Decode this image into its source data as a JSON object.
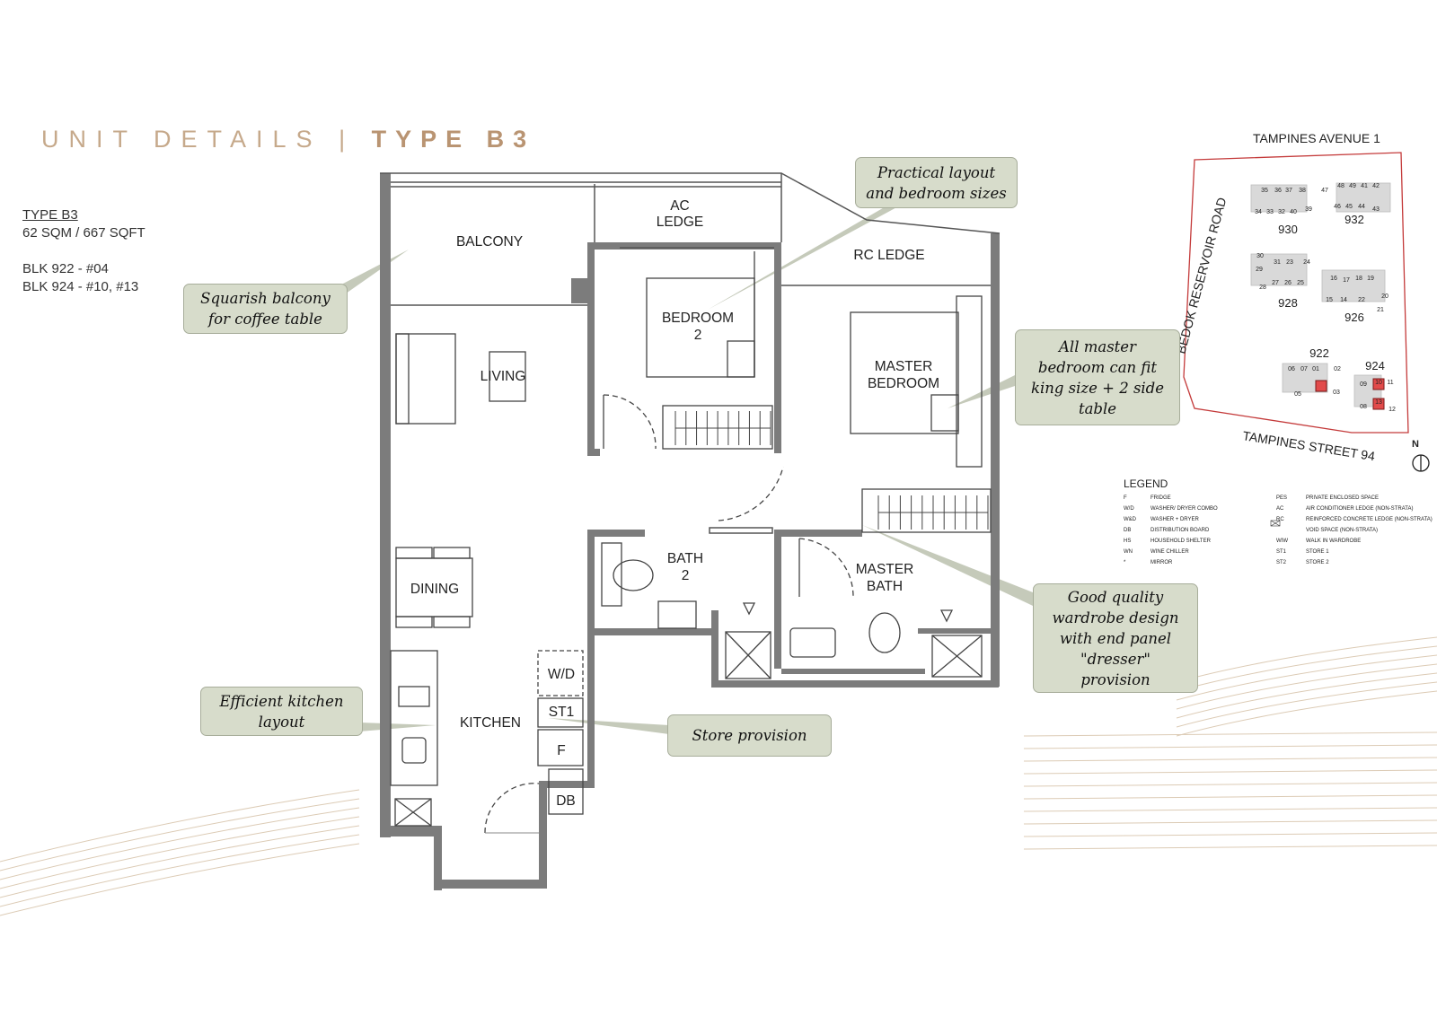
{
  "header": {
    "prefix": "UNIT DETAILS",
    "separator": "|",
    "type": "TYPE B3"
  },
  "unit_info": {
    "type_label": "TYPE B3",
    "size": "62 SQM / 667 SQFT",
    "blk1": "BLK 922 - #04",
    "blk2": "BLK 924 - #10, #13"
  },
  "rooms": {
    "balcony": "BALCONY",
    "ac_ledge_1": "AC",
    "ac_ledge_2": "LEDGE",
    "rc_ledge": "RC LEDGE",
    "bedroom2_1": "BEDROOM",
    "bedroom2_2": "2",
    "living": "LIVING",
    "master_bedroom_1": "MASTER",
    "master_bedroom_2": "BEDROOM",
    "bath2_1": "BATH",
    "bath2_2": "2",
    "master_bath_1": "MASTER",
    "master_bath_2": "BATH",
    "dining": "DINING",
    "kitchen": "KITCHEN",
    "wd": "W/D",
    "st1": "ST1",
    "fridge": "F",
    "db": "DB"
  },
  "callouts": {
    "balcony": "Squarish balcony\nfor coffee table",
    "layout": "Practical layout\nand bedroom sizes",
    "master": "All master\nbedroom can fit\nking size + 2 side\ntable",
    "wardrobe": "Good quality\nwardrobe design\nwith end panel\n\"dresser\"\nprovision",
    "kitchen": "Efficient kitchen\nlayout",
    "store": "Store provision"
  },
  "site_plan": {
    "road_top": "TAMPINES AVENUE 1",
    "road_left": "BEDOK RESERVOIR ROAD",
    "road_bottom": "TAMPINES STREET 94",
    "north": "N",
    "blocks": [
      "930",
      "932",
      "928",
      "926",
      "922",
      "924"
    ],
    "unit_numbers": {
      "b930": [
        "35",
        "36",
        "37",
        "38",
        "34",
        "33",
        "32",
        "40",
        "39"
      ],
      "b932": [
        "47",
        "48",
        "49",
        "41",
        "42",
        "46",
        "45",
        "44",
        "43"
      ],
      "b928": [
        "30",
        "29",
        "31",
        "23",
        "24",
        "28",
        "27",
        "26",
        "25"
      ],
      "b926": [
        "16",
        "17",
        "18",
        "19",
        "20",
        "15",
        "14",
        "22",
        "21"
      ],
      "b922": [
        "06",
        "07",
        "01",
        "02",
        "05",
        "03"
      ],
      "b924": [
        "09",
        "11",
        "08",
        "12",
        "10",
        "13"
      ]
    },
    "highlight_color": "#e24b4b"
  },
  "legend": {
    "title": "LEGEND",
    "left": [
      {
        "code": "F",
        "desc": "FRIDGE"
      },
      {
        "code": "W/D",
        "desc": "WASHER/ DRYER COMBO"
      },
      {
        "code": "W&D",
        "desc": "WASHER + DRYER"
      },
      {
        "code": "DB",
        "desc": "DISTRIBUTION BOARD"
      },
      {
        "code": "HS",
        "desc": "HOUSEHOLD SHELTER"
      },
      {
        "code": "WN",
        "desc": "WINE CHILLER"
      },
      {
        "code": "*",
        "desc": "MIRROR"
      }
    ],
    "right": [
      {
        "code": "PES",
        "desc": "PRIVATE ENCLOSED SPACE"
      },
      {
        "code": "AC",
        "desc": "AIR CONDITIONER LEDGE (NON-STRATA)"
      },
      {
        "code": "RC",
        "desc": "REINFORCED CONCRETE LEDGE (NON-STRATA)"
      },
      {
        "code": "",
        "desc": "VOID SPACE (NON-STRATA)"
      },
      {
        "code": "WIW",
        "desc": "WALK IN WARDROBE"
      },
      {
        "code": "ST1",
        "desc": "STORE 1"
      },
      {
        "code": "ST2",
        "desc": "STORE 2"
      }
    ]
  },
  "colors": {
    "wall": "#7c7c7c",
    "title": "#c6a98b",
    "callout_bg": "#d7dccb",
    "boundary": "#c43a3a"
  }
}
